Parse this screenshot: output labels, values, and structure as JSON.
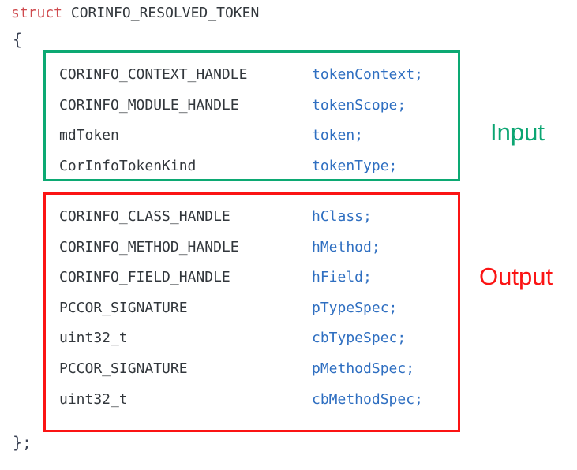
{
  "code": {
    "keyword": "struct",
    "struct_name": "CORINFO_RESOLVED_TOKEN",
    "open_brace": "{",
    "close_brace": "};",
    "input_fields": [
      {
        "type": "CORINFO_CONTEXT_HANDLE",
        "name": "tokenContext;"
      },
      {
        "type": "CORINFO_MODULE_HANDLE",
        "name": "tokenScope;"
      },
      {
        "type": "mdToken",
        "name": "token;"
      },
      {
        "type": "CorInfoTokenKind",
        "name": "tokenType;"
      }
    ],
    "output_fields": [
      {
        "type": "CORINFO_CLASS_HANDLE",
        "name": "hClass;"
      },
      {
        "type": "CORINFO_METHOD_HANDLE",
        "name": "hMethod;"
      },
      {
        "type": "CORINFO_FIELD_HANDLE",
        "name": "hField;"
      },
      {
        "type": "PCCOR_SIGNATURE",
        "name": "pTypeSpec;"
      },
      {
        "type": "uint32_t",
        "name": "cbTypeSpec;"
      },
      {
        "type": "PCCOR_SIGNATURE",
        "name": "pMethodSpec;"
      },
      {
        "type": "uint32_t",
        "name": "cbMethodSpec;"
      }
    ]
  },
  "annotations": {
    "input_label": "Input",
    "output_label": "Output"
  },
  "colors": {
    "keyword_red": "#cf4a4e",
    "type_dark": "#32373c",
    "field_blue": "#2f6fc1",
    "input_green": "#0ca973",
    "output_red": "#fb1414"
  }
}
